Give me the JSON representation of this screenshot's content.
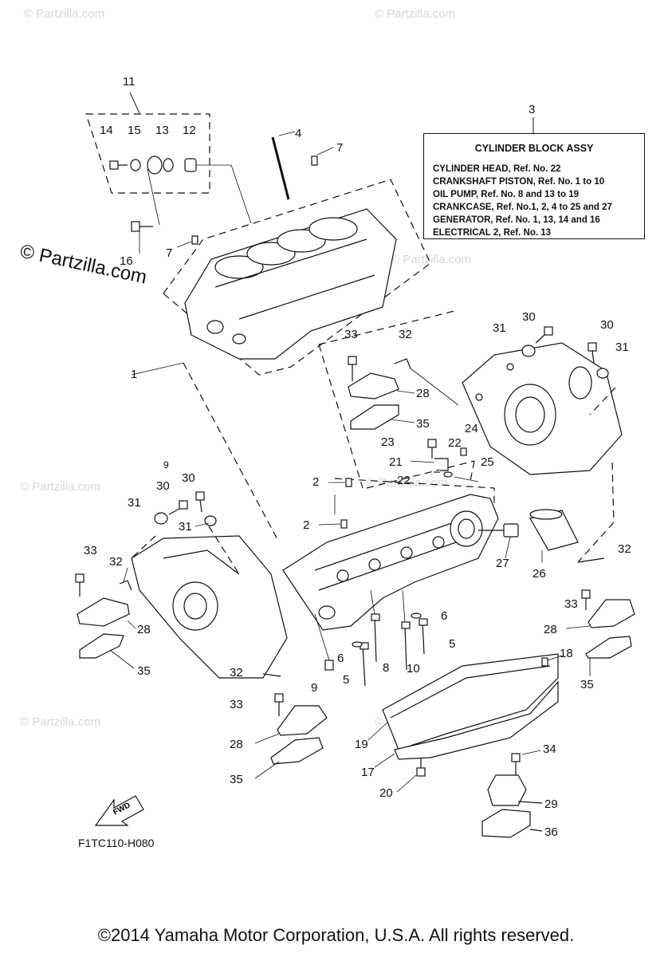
{
  "diagram": {
    "code": "F1TC110-H080",
    "copyright": "©2014 Yamaha Motor Corporation, U.S.A. All rights reserved.",
    "fwd_label": "FWD",
    "watermark_large": "© Partzilla.com",
    "watermark_small": "© Partzilla.com"
  },
  "assy_box": {
    "ref": "3",
    "title": "CYLINDER BLOCK ASSY",
    "lines": [
      "CYLINDER HEAD, Ref. No. 22",
      "CRANKSHAFT PISTON, Ref. No. 1 to 10",
      "OIL PUMP, Ref. No. 8 and 13 to 19",
      "CRANKCASE, Ref. No.1, 2, 4 to 25 and 27",
      "GENERATOR, Ref. No. 1, 13, 14 and 16",
      "ELECTRICAL 2, Ref. No. 13"
    ]
  },
  "callouts": [
    "11",
    "14",
    "15",
    "13",
    "12",
    "4",
    "7",
    "16",
    "7",
    "1",
    "3",
    "33",
    "32",
    "28",
    "35",
    "31",
    "30",
    "30",
    "31",
    "23",
    "24",
    "22",
    "21",
    "25",
    "22",
    "2",
    "2",
    "9",
    "30",
    "30",
    "31",
    "31",
    "33",
    "32",
    "28",
    "35",
    "27",
    "26",
    "32",
    "33",
    "28",
    "35",
    "6",
    "6",
    "5",
    "8",
    "10",
    "5",
    "9",
    "18",
    "32",
    "33",
    "28",
    "35",
    "19",
    "17",
    "34",
    "20",
    "29",
    "36"
  ]
}
